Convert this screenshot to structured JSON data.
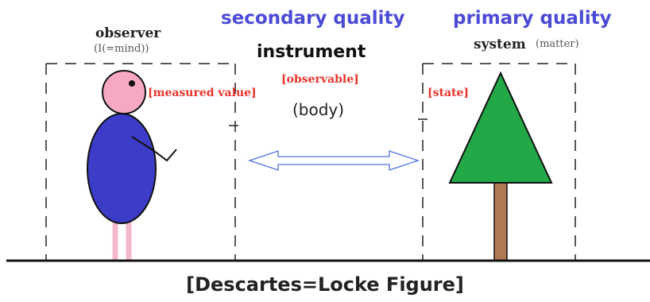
{
  "labels": {
    "observer": "observer",
    "observer_sub": "(I(=mind))",
    "secondary_quality": "secondary quality",
    "instrument": "instrument",
    "primary_quality": "primary quality",
    "system": "system",
    "system_sub": "(matter)",
    "measured_value": "[measured value]",
    "observable": "[observable]",
    "body": "(body)",
    "state": "[state]"
  },
  "caption": "[Descartes=Locke Figure]",
  "colors": {
    "heading_blue": "#4b4bd6",
    "tag_red": "#e8332b",
    "head_pink": "#f7a8c4",
    "torso_blue": "#3c3cc8",
    "leg_pink": "#f3b8cc",
    "arrow_blue": "#5070e0",
    "tree_green": "#22a847",
    "trunk_brown": "#b07a55"
  }
}
